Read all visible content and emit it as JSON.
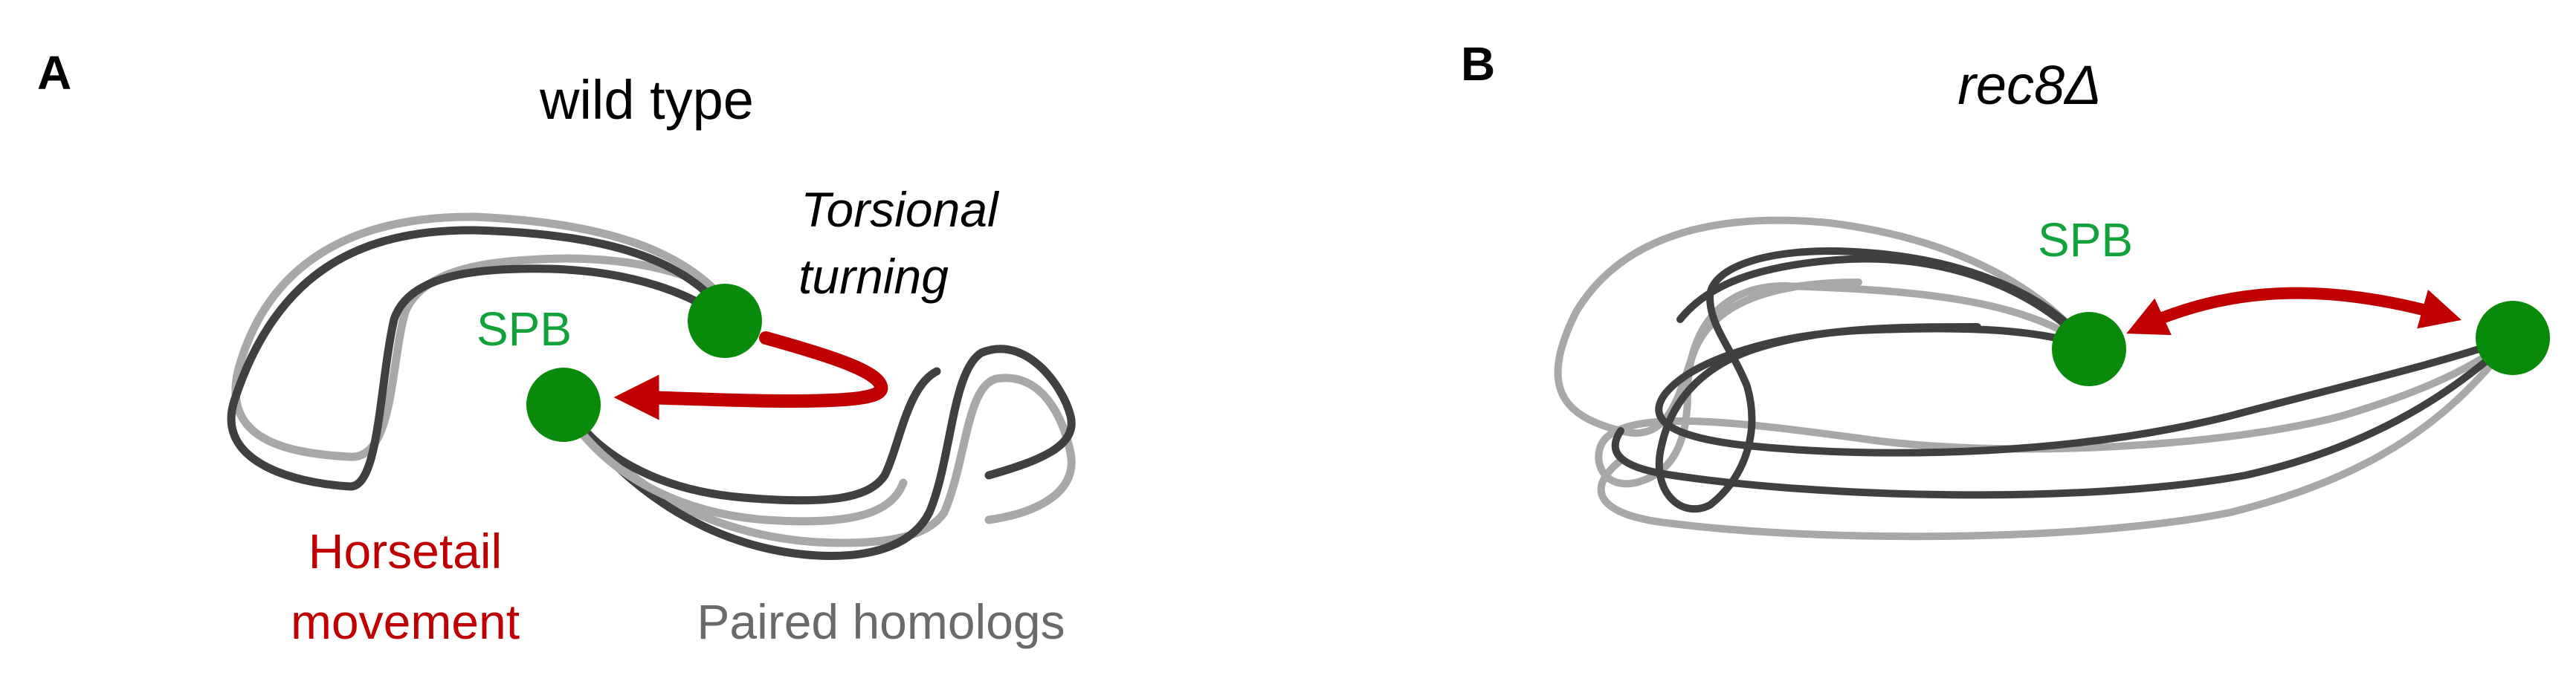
{
  "panels": [
    {
      "letter": "A",
      "title": "wild type",
      "spb_label": "SPB",
      "torsional_line1": "Torsional",
      "torsional_line2": "turning",
      "horsetail_line1": "Horsetail",
      "horsetail_line2": "movement",
      "homologs_label": "Paired homologs"
    },
    {
      "letter": "B",
      "title": "rec8Δ",
      "spb_label": "SPB"
    }
  ],
  "colors": {
    "spb": "#0a8a0a",
    "arrow": "#c00000",
    "chromosome_dark": "#404040",
    "chromosome_light": "#a8a8a8",
    "spb_text": "#11a33a",
    "horsetail_text": "#c00000",
    "homologs_text": "#6a6a6a"
  }
}
